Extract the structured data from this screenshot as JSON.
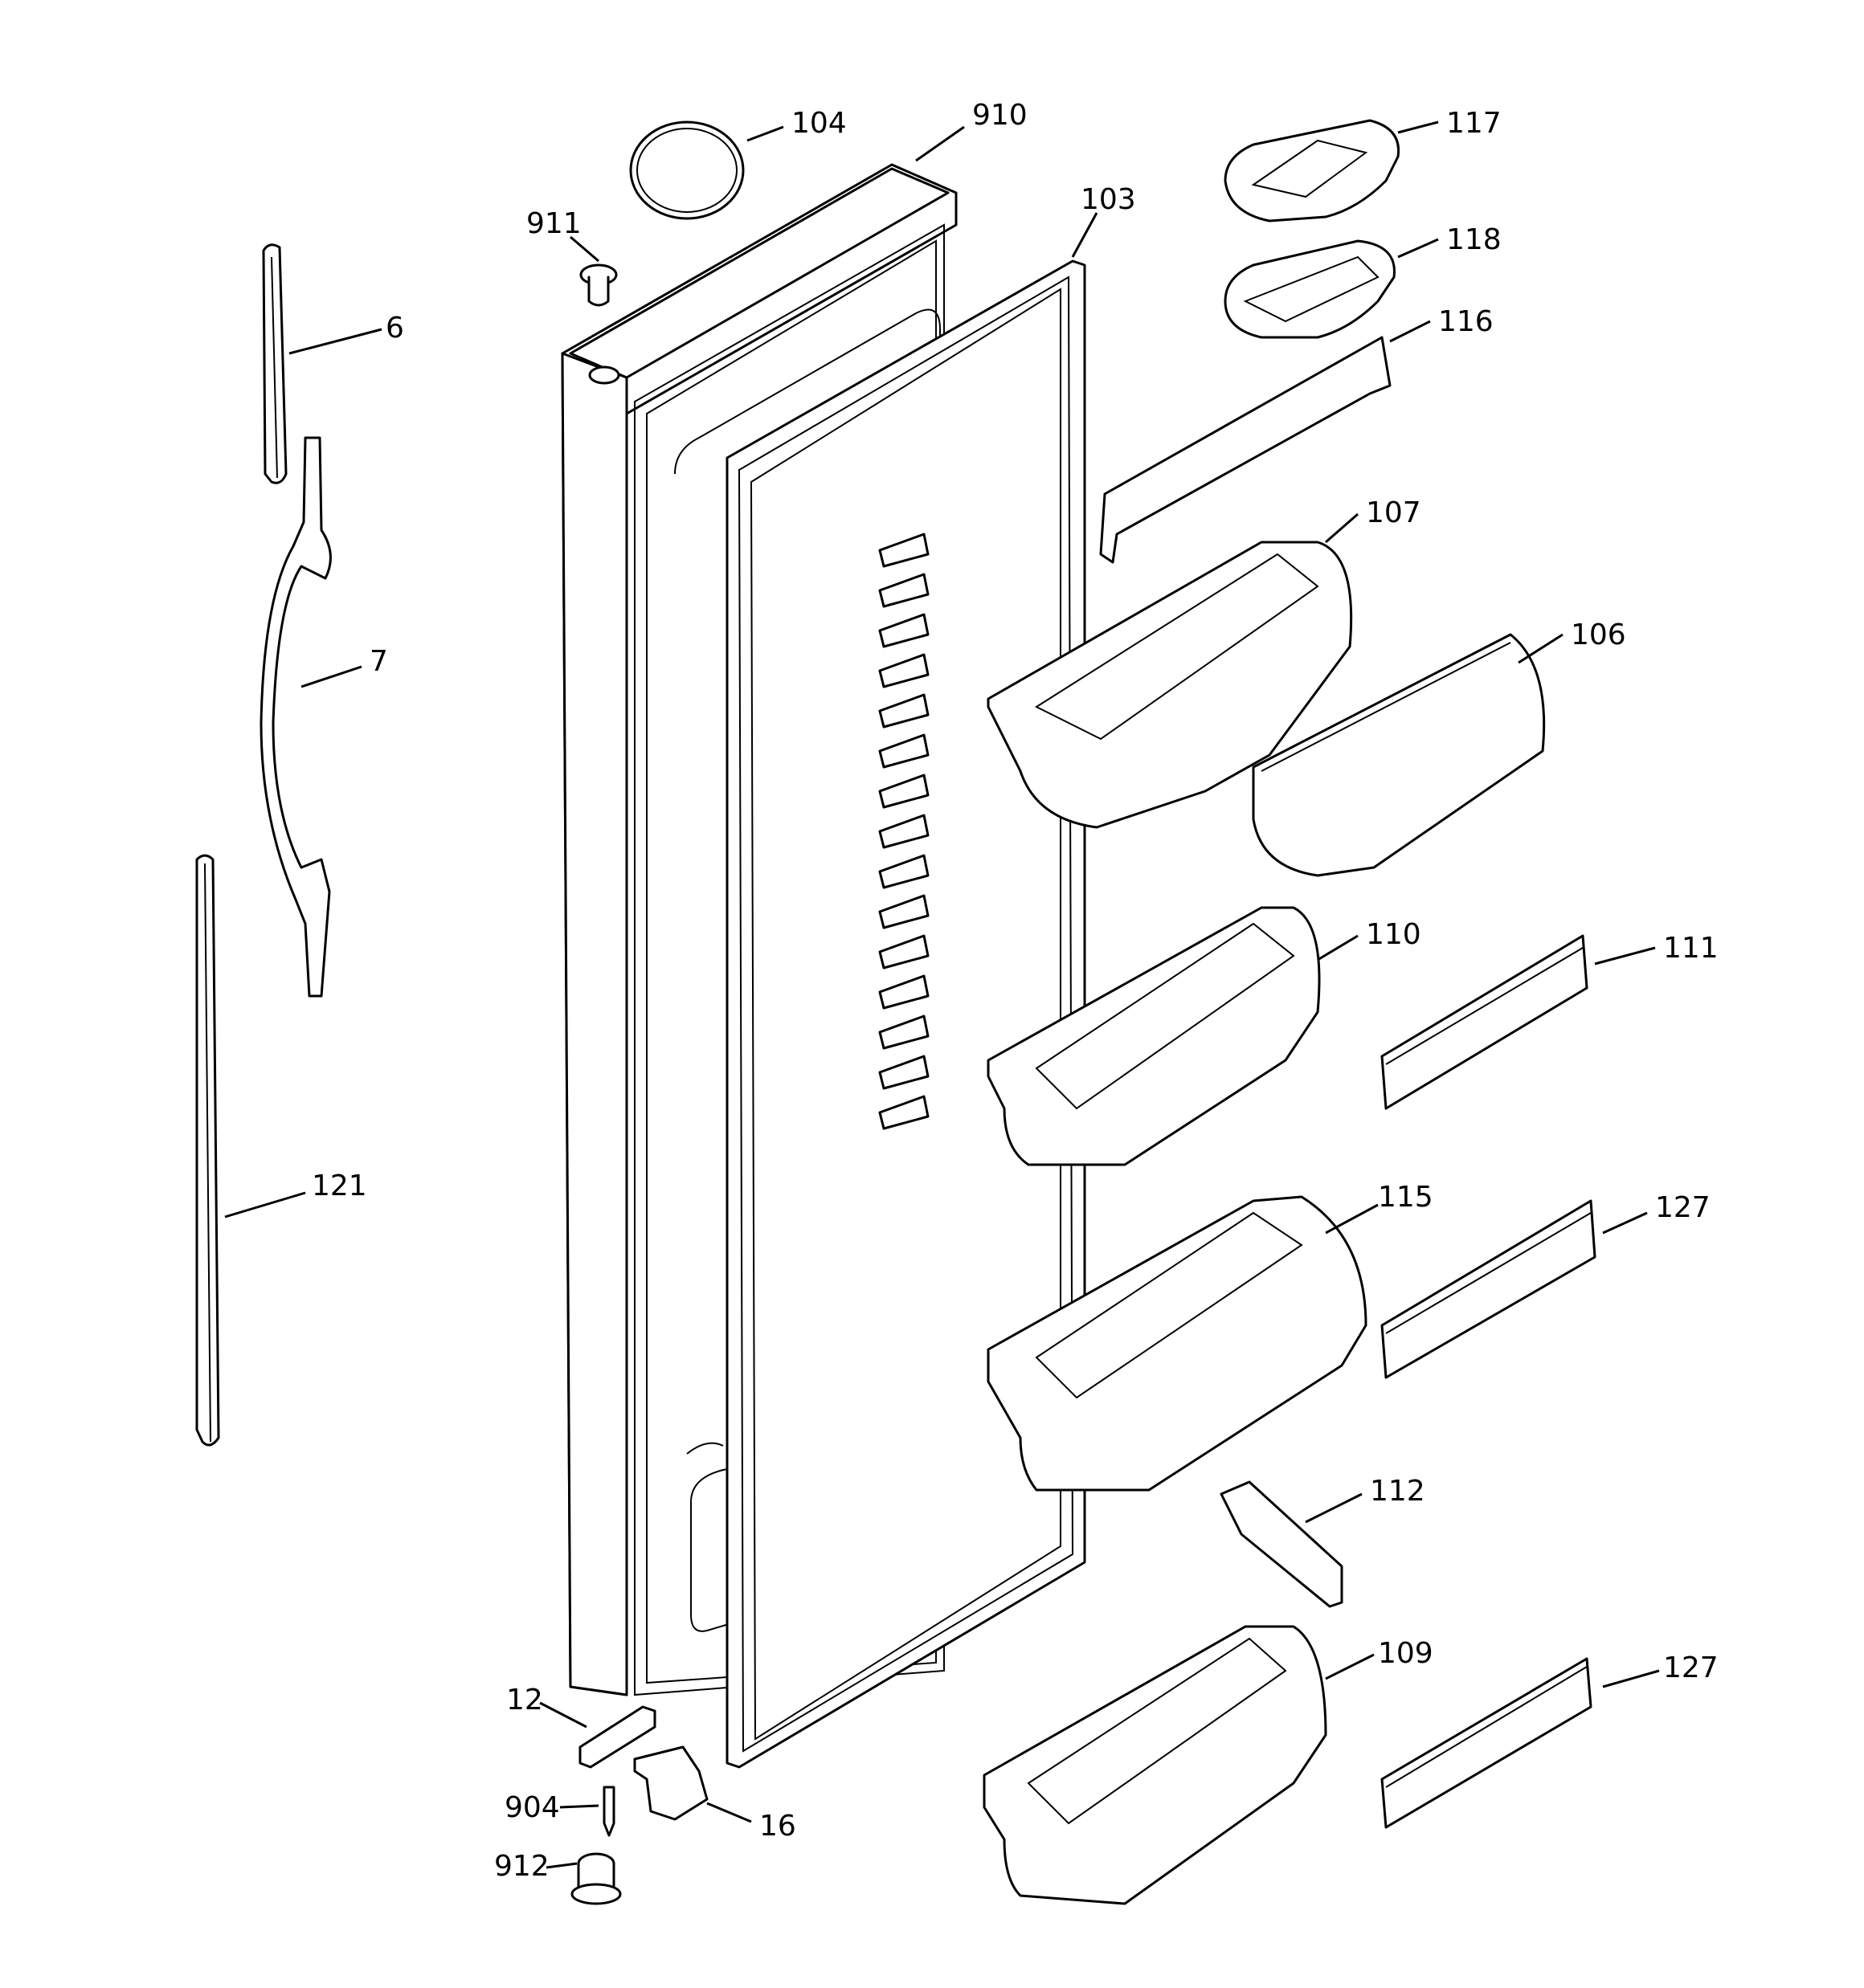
{
  "callouts": [
    {
      "id": "p104",
      "text": "104"
    },
    {
      "id": "p910",
      "text": "910"
    },
    {
      "id": "p117",
      "text": "117"
    },
    {
      "id": "p911",
      "text": "911"
    },
    {
      "id": "p103",
      "text": "103"
    },
    {
      "id": "p118",
      "text": "118"
    },
    {
      "id": "p6",
      "text": "6"
    },
    {
      "id": "p116",
      "text": "116"
    },
    {
      "id": "p107",
      "text": "107"
    },
    {
      "id": "p106",
      "text": "106"
    },
    {
      "id": "p7",
      "text": "7"
    },
    {
      "id": "p110",
      "text": "110"
    },
    {
      "id": "p111",
      "text": "111"
    },
    {
      "id": "p121",
      "text": "121"
    },
    {
      "id": "p115",
      "text": "115"
    },
    {
      "id": "p127a",
      "text": "127"
    },
    {
      "id": "p112",
      "text": "112"
    },
    {
      "id": "p109",
      "text": "109"
    },
    {
      "id": "p127b",
      "text": "127"
    },
    {
      "id": "p12",
      "text": "12"
    },
    {
      "id": "p904",
      "text": "904"
    },
    {
      "id": "p16",
      "text": "16"
    },
    {
      "id": "p912",
      "text": "912"
    }
  ]
}
